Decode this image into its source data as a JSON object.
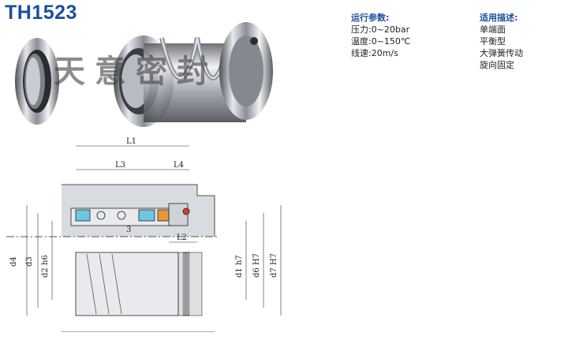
{
  "title": "TH1523",
  "watermark": "天意密封",
  "params": {
    "heading": "运行参数:",
    "lines": [
      "压力:0~20bar",
      "温度:0~150℃",
      "线速:20m/s"
    ]
  },
  "description": {
    "heading": "适用描述:",
    "lines": [
      "单端面",
      "平衡型",
      "大弹簧传动",
      "旋向固定"
    ]
  },
  "drawing": {
    "dims": {
      "L1": "L1",
      "L3": "L3",
      "L4": "L4",
      "L2": "L2",
      "gap": "3",
      "d4": "d4",
      "d3": "d3",
      "d2": "d2 h6",
      "d1": "d1 h7",
      "d6": "d6 H7",
      "d7": "d7 H7"
    }
  },
  "colors": {
    "title": "#1b4f9c",
    "housing": "#d8dbe0",
    "body": "#e9eaed",
    "spring_blue": "#6ec6e0",
    "orange": "#e8963a",
    "red": "#d93a2e"
  }
}
